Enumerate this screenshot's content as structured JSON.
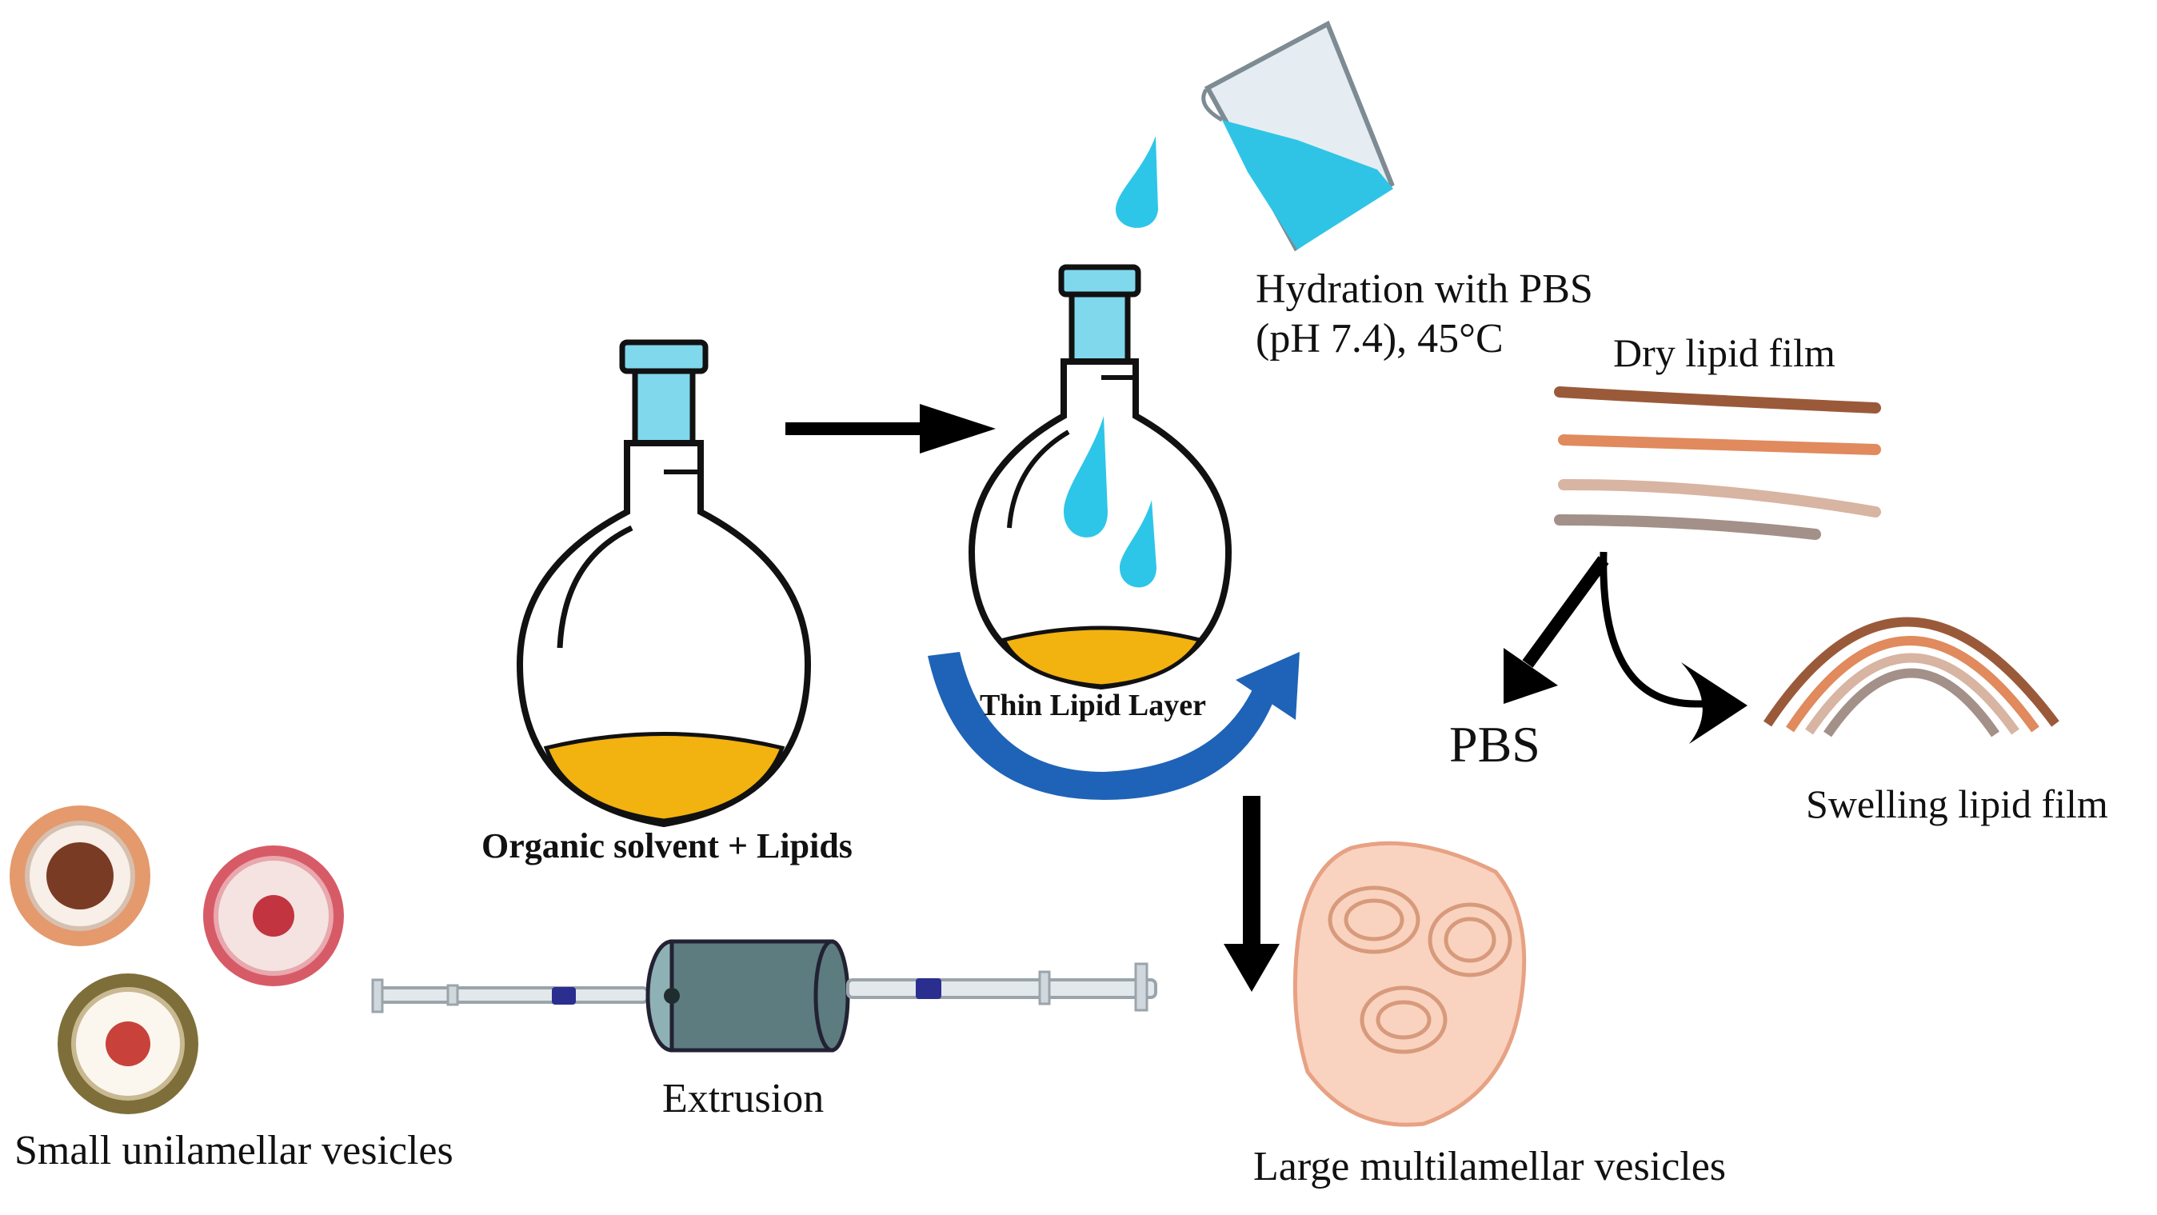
{
  "labels": {
    "hydration_line1": "Hydration with PBS",
    "hydration_line2": "(pH 7.4), 45°C",
    "dry_lipid_film": "Dry lipid film",
    "thin_lipid_layer": "Thin Lipid Layer",
    "organic_solvent": "Organic solvent + Lipids",
    "pbs": "PBS",
    "swelling_lipid_film": "Swelling lipid film",
    "extrusion": "Extrusion",
    "small_unilamellar_vesicles": "Small unilamellar vesicles",
    "large_multilamellar_vesicles": "Large multilamellar vesicles"
  },
  "colors": {
    "flask_stopper": "#7fd8ec",
    "lipid_fill": "#f2b20f",
    "water_drop": "#2ec6e8",
    "beaker_liquid": "#2fc4e6",
    "rotation_arrow": "#1e63b7",
    "extruder_body": "#5c7c80",
    "film_layers": [
      "#9a5a3a",
      "#e08a5e",
      "#d8b4a2",
      "#a39088"
    ],
    "mlv_fill": "#f9d3bf",
    "suv_colors": [
      "#e49a6c",
      "#d75b67",
      "#7e6e39"
    ]
  }
}
